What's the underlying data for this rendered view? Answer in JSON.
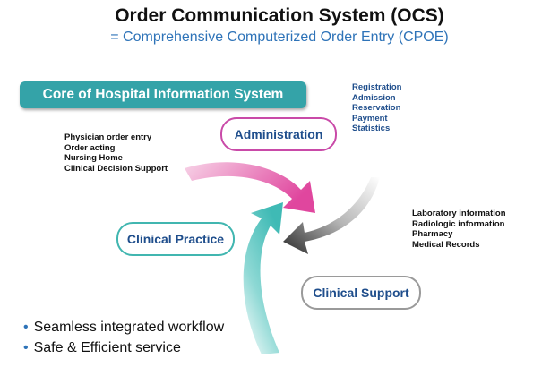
{
  "title": "Order Communication System (OCS)",
  "subtitle": "= Comprehensive Computerized Order Entry (CPOE)",
  "core_box": "Core of Hospital Information System",
  "nodes": {
    "administration": "Administration",
    "clinical_practice": "Clinical Practice",
    "clinical_support": "Clinical Support"
  },
  "administration_items": [
    "Registration",
    "Admission",
    "Reservation",
    "Payment",
    "Statistics"
  ],
  "physician_items": [
    "Physician order entry",
    "Order acting",
    "Nursing Home",
    "Clinical Decision Support"
  ],
  "support_items": [
    "Laboratory information",
    "Radiologic information",
    "Pharmacy",
    "Medical Records"
  ],
  "bullets": [
    "Seamless integrated workflow",
    "Safe & Efficient service"
  ],
  "colors": {
    "administration_arrow": "#e0469e",
    "clinical_arrow": "#3fbab5",
    "support_arrow": "#3a3a3a",
    "core_box": "#34a3a8",
    "accent_blue": "#2e73b8"
  }
}
